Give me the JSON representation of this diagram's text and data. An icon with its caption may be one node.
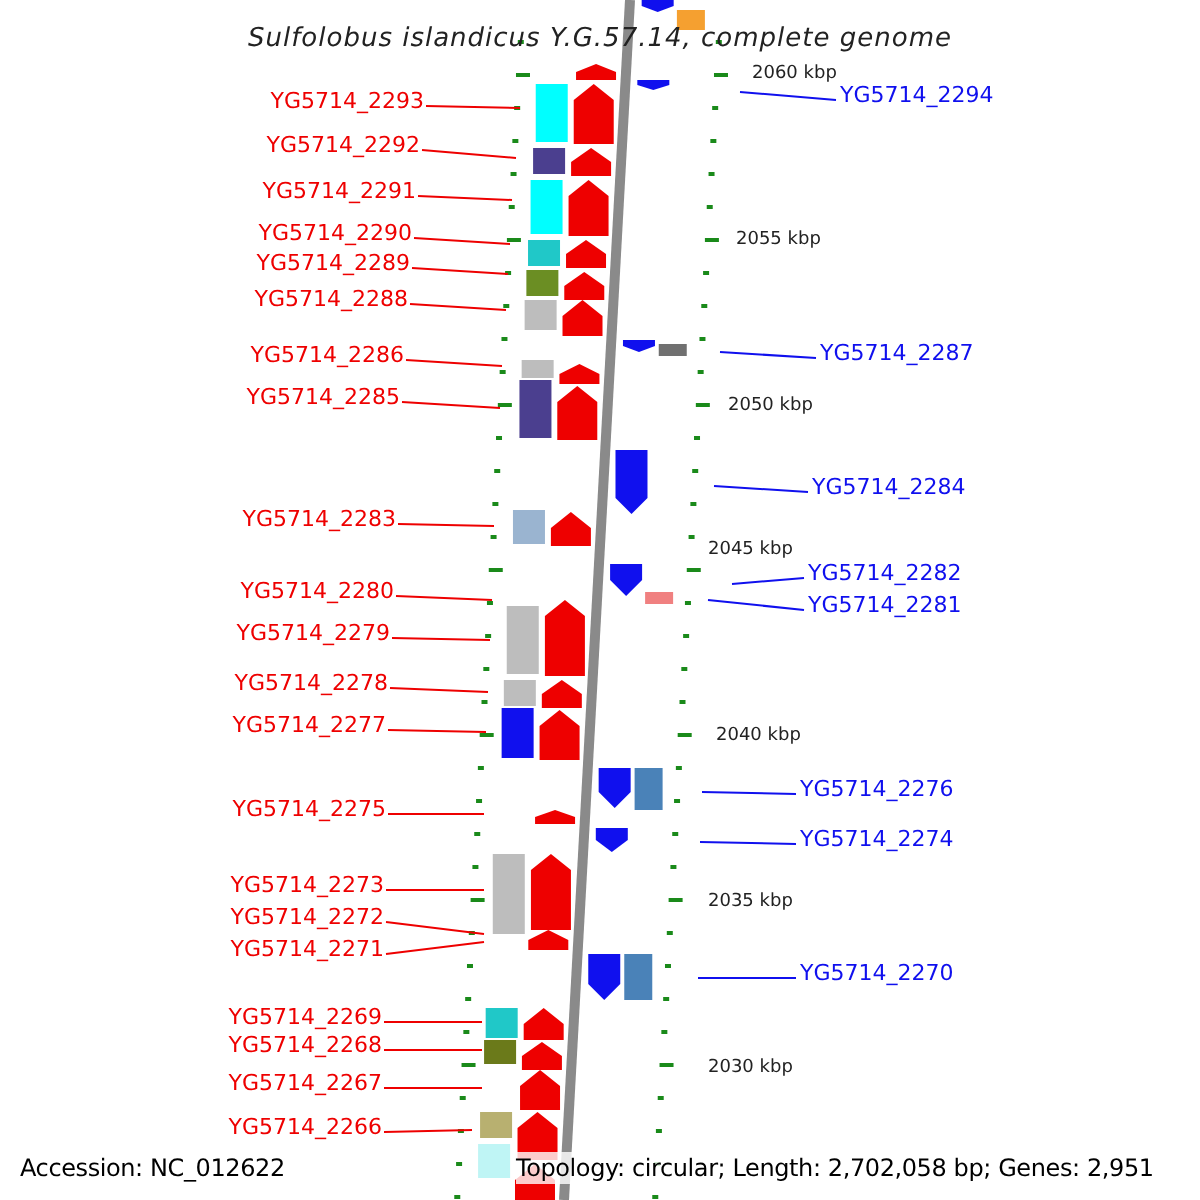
{
  "diagram": {
    "title": "Sulfolobus islandicus Y.G.57.14, complete genome",
    "nodes": [
      {
        "text": [
          "YG5714_2293"
        ]
      },
      {
        "text": [
          "YG5714_2294"
        ]
      },
      {
        "text": [
          "YG5714_2292"
        ]
      },
      {
        "text": [
          "YG5714_2291"
        ]
      },
      {
        "text": [
          "YG5714_2290"
        ]
      },
      {
        "text": [
          "YG5714_2289"
        ]
      },
      {
        "text": [
          "YG5714_2288"
        ]
      },
      {
        "text": [
          "YG5714_2286"
        ]
      },
      {
        "text": [
          "YG5714_2287"
        ]
      },
      {
        "text": [
          "YG5714_2285"
        ]
      },
      {
        "text": [
          "YG5714_2284"
        ]
      },
      {
        "text": [
          "YG5714_2283"
        ]
      },
      {
        "text": [
          "YG5714_2282"
        ]
      },
      {
        "text": [
          "YG5714_2280"
        ]
      },
      {
        "text": [
          "YG5714_2281"
        ]
      },
      {
        "text": [
          "YG5714_2279"
        ]
      },
      {
        "text": [
          "YG5714_2278"
        ]
      },
      {
        "text": [
          "YG5714_2277"
        ]
      },
      {
        "text": [
          "YG5714_2276"
        ]
      },
      {
        "text": [
          "YG5714_2275"
        ]
      },
      {
        "text": [
          "YG5714_2274"
        ]
      },
      {
        "text": [
          "YG5714_2273"
        ]
      },
      {
        "text": [
          "YG5714_2272"
        ]
      },
      {
        "text": [
          "YG5714_2271"
        ]
      },
      {
        "text": [
          "YG5714_2270"
        ]
      },
      {
        "text": [
          "YG5714_2269"
        ]
      },
      {
        "text": [
          "YG5714_2268"
        ]
      },
      {
        "text": [
          "YG5714_2267"
        ]
      },
      {
        "text": [
          "YG5714_2266"
        ]
      }
    ],
    "edges": [
      {
        "from": 0,
        "to": null,
        "arrow": "none"
      },
      {
        "from": 1,
        "to": null,
        "arrow": "none",
        "color": "#1010ee"
      },
      {
        "from": 2,
        "to": null,
        "arrow": "none"
      },
      {
        "from": 3,
        "to": null,
        "arrow": "none"
      },
      {
        "from": 4,
        "to": null,
        "arrow": "none"
      },
      {
        "from": 5,
        "to": null,
        "arrow": "none"
      },
      {
        "from": 6,
        "to": null,
        "arrow": "none"
      },
      {
        "from": 7,
        "to": null,
        "arrow": "none"
      },
      {
        "from": 8,
        "to": null,
        "arrow": "none",
        "color": "#1010ee"
      },
      {
        "from": 9,
        "to": null,
        "arrow": "none"
      },
      {
        "from": 10,
        "to": null,
        "arrow": "none",
        "color": "#1010ee"
      },
      {
        "from": 11,
        "to": null,
        "arrow": "none"
      },
      {
        "from": 12,
        "to": null,
        "arrow": "none",
        "color": "#1010ee"
      },
      {
        "from": 13,
        "to": null,
        "arrow": "none"
      },
      {
        "from": 14,
        "to": null,
        "arrow": "none",
        "color": "#1010ee"
      },
      {
        "from": 15,
        "to": null,
        "arrow": "none"
      },
      {
        "from": 16,
        "to": null,
        "arrow": "none"
      },
      {
        "from": 17,
        "to": null,
        "arrow": "none"
      },
      {
        "from": 18,
        "to": null,
        "arrow": "none",
        "color": "#1010ee"
      },
      {
        "from": 19,
        "to": null,
        "arrow": "none"
      },
      {
        "from": 20,
        "to": null,
        "arrow": "none",
        "color": "#1010ee"
      },
      {
        "from": 21,
        "to": null,
        "arrow": "none"
      },
      {
        "from": 22,
        "to": null,
        "arrow": "none"
      },
      {
        "from": 23,
        "to": null,
        "arrow": "none"
      },
      {
        "from": 24,
        "to": null,
        "arrow": "none",
        "color": "#1010ee"
      },
      {
        "from": 25,
        "to": null,
        "arrow": "none"
      },
      {
        "from": 26,
        "to": null,
        "arrow": "none"
      },
      {
        "from": 27,
        "to": null,
        "arrow": "none"
      },
      {
        "from": 28,
        "to": null,
        "arrow": "none"
      }
    ],
    "labels": [
      "2060 kbp",
      "2055 kbp",
      "2050 kbp",
      "2045 kbp",
      "2040 kbp",
      "2035 kbp",
      "2030 kbp",
      "Accession: NC_012622",
      "Topology: circular; Length: 2,702,058 bp; Genes: 2,951"
    ]
  }
}
